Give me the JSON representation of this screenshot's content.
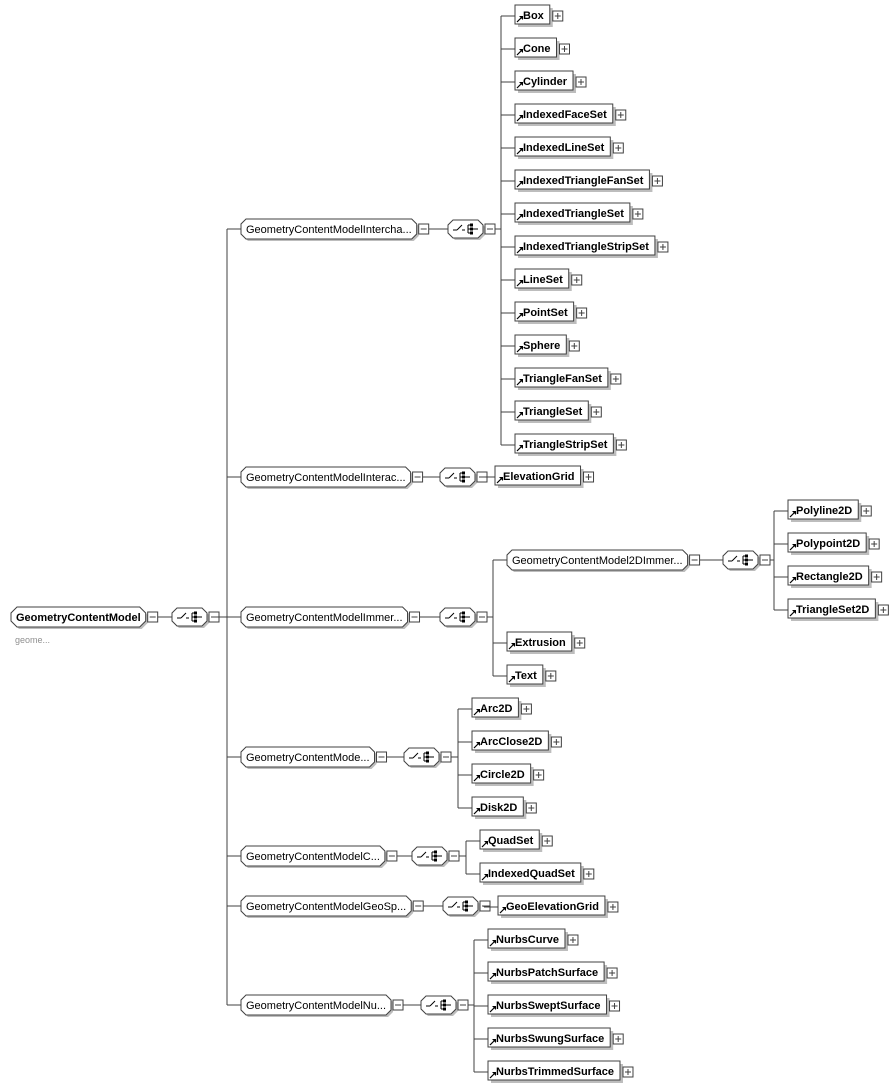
{
  "root": {
    "label": "GeometryContentModel",
    "annotation": "geome..."
  },
  "groups": [
    {
      "label": "GeometryContentModelIntercha...",
      "children": [
        "Box",
        "Cone",
        "Cylinder",
        "IndexedFaceSet",
        "IndexedLineSet",
        "IndexedTriangleFanSet",
        "IndexedTriangleSet",
        "IndexedTriangleStripSet",
        "LineSet",
        "PointSet",
        "Sphere",
        "TriangleFanSet",
        "TriangleSet",
        "TriangleStripSet"
      ]
    },
    {
      "label": "GeometryContentModelInterac...",
      "children": [
        "ElevationGrid"
      ]
    },
    {
      "label": "GeometryContentModelImmer...",
      "subgroup": {
        "label": "GeometryContentModel2DImmer...",
        "children": [
          "Polyline2D",
          "Polypoint2D",
          "Rectangle2D",
          "TriangleSet2D"
        ]
      },
      "children": [
        "Extrusion",
        "Text"
      ]
    },
    {
      "label": "GeometryContentMode...",
      "children": [
        "Arc2D",
        "ArcClose2D",
        "Circle2D",
        "Disk2D"
      ]
    },
    {
      "label": "GeometryContentModelC...",
      "children": [
        "QuadSet",
        "IndexedQuadSet"
      ]
    },
    {
      "label": "GeometryContentModelGeoSp...",
      "children": [
        "GeoElevationGrid"
      ]
    },
    {
      "label": "GeometryContentModelNu...",
      "children": [
        "NurbsCurve",
        "NurbsPatchSurface",
        "NurbsSweptSurface",
        "NurbsSwungSurface",
        "NurbsTrimmedSurface"
      ]
    }
  ],
  "colors": {
    "line": "#404040",
    "box_fill": "#ffffff",
    "shadow": "#bdbdbd",
    "annotation": "#909090"
  }
}
